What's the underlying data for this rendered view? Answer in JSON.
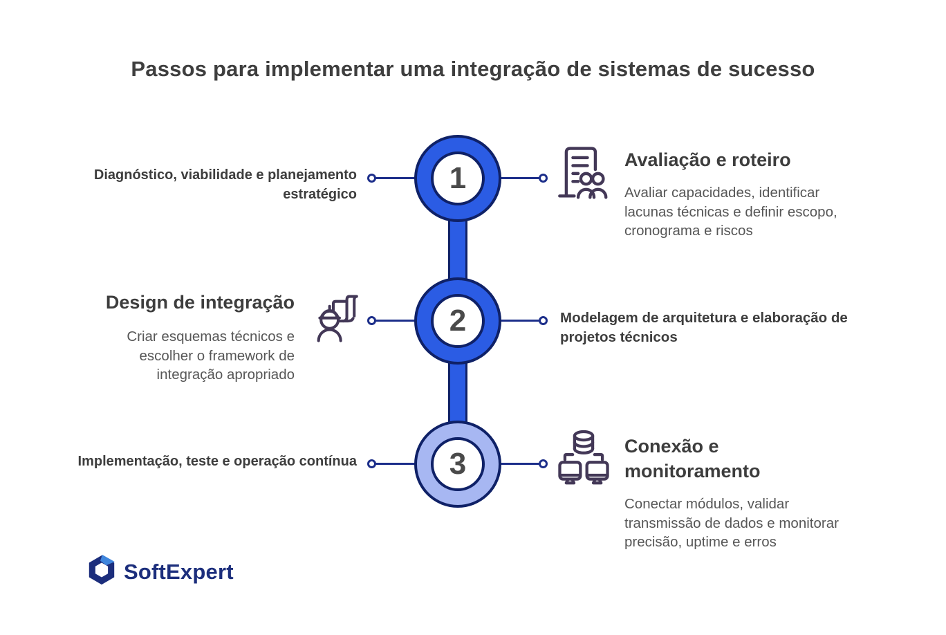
{
  "title": "Passos para implementar uma integração de sistemas de sucesso",
  "colors": {
    "accent_blue": "#2b5ce4",
    "light_blue": "#a7b7f2",
    "outline_navy": "#0f2167",
    "connector_navy": "#1c2e8a",
    "icon_stroke": "#433857",
    "heading_text": "#3d3d3d",
    "body_text": "#575757",
    "number_text": "#4a4a4a",
    "logo_navy": "#1c2e7c",
    "logo_accent": "#3f86dd"
  },
  "steps": [
    {
      "number": "1",
      "left_label": "Diagnóstico, viabilidade e planejamento\nestratégico",
      "icon": "roadmap-document-people-icon",
      "right_title": "Avaliação e roteiro",
      "right_description": "Avaliar capacidades, identificar\nlacunas técnicas e definir escopo,\ncronograma e riscos",
      "circle_color": "#2b5ce4"
    },
    {
      "number": "2",
      "left_title": "Design de integração",
      "left_description": "Criar esquemas técnicos e\nescolher o framework de\nintegração apropriado",
      "icon": "engineer-blueprint-icon",
      "right_label": "Modelagem de arquitetura e elaboração de\nprojetos técnicos",
      "circle_color": "#2b5ce4"
    },
    {
      "number": "3",
      "left_label": "Implementação, teste e operação contínua",
      "icon": "database-monitors-icon",
      "right_title": "Conexão e\nmonitoramento",
      "right_description": "Conectar módulos, validar\ntransmissão de dados e monitorar\nprecisão, uptime e erros",
      "circle_color": "#a7b7f2"
    }
  ],
  "logo": {
    "text": "SoftExpert"
  }
}
